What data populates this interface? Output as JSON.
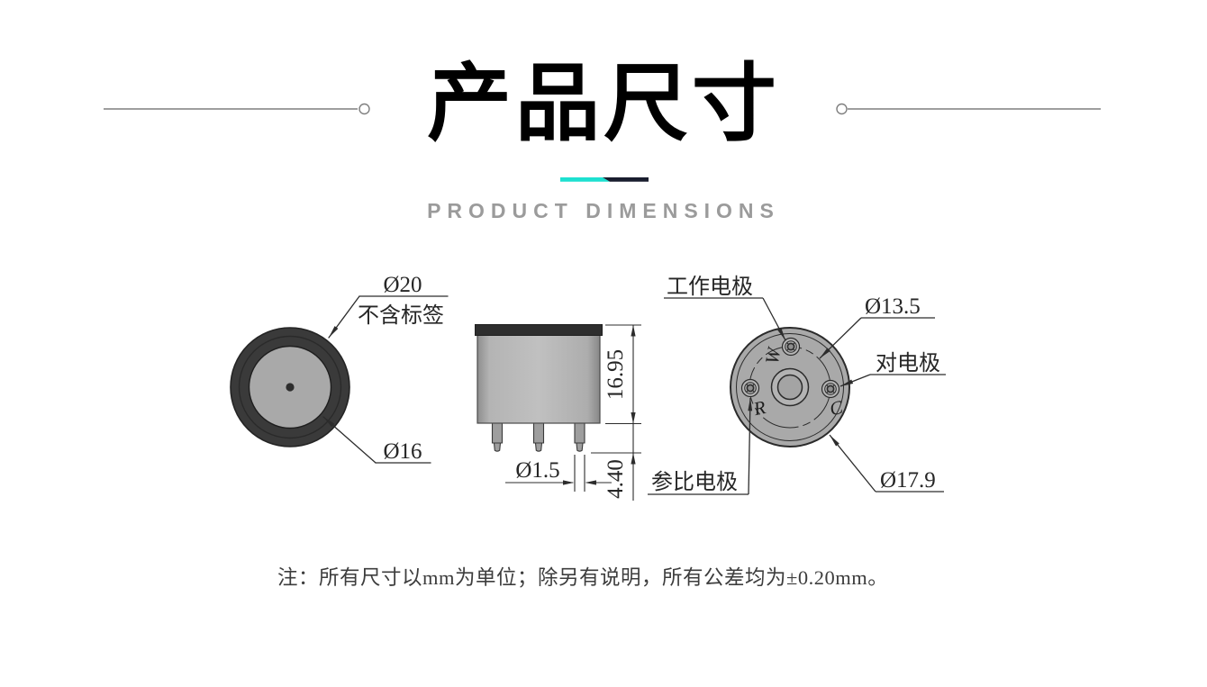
{
  "header": {
    "title": "产品尺寸",
    "subtitle": "PRODUCT DIMENSIONS"
  },
  "colors": {
    "accent_cyan": "#1de0d0",
    "accent_dark": "#191d2e",
    "decor_line_gray": "#7f7f7f",
    "drawing_line": "#2c2c2c",
    "ring_dark": "#3a3a3a",
    "face_gray": "#a9a9a9",
    "body_gray": "#b8b8b8"
  },
  "top_view": {
    "outer_diameter_label": "Ø20",
    "outer_diameter_note": "不含标签",
    "inner_diameter_label": "Ø16"
  },
  "side_view": {
    "body_height_label": "16.95",
    "pin_diameter_label": "Ø1.5",
    "pin_length_label": "4.40"
  },
  "bottom_view": {
    "working_electrode_label": "工作电极",
    "pin_circle_diameter_label": "Ø13.5",
    "counter_electrode_label": "对电极",
    "reference_electrode_label": "参比电极",
    "outer_diameter_label": "Ø17.9",
    "pin_letters": {
      "working": "W",
      "reference": "R",
      "counter": "C"
    }
  },
  "note": {
    "text": "注：所有尺寸以mm为单位；除另有说明，所有公差均为±0.20mm。"
  }
}
